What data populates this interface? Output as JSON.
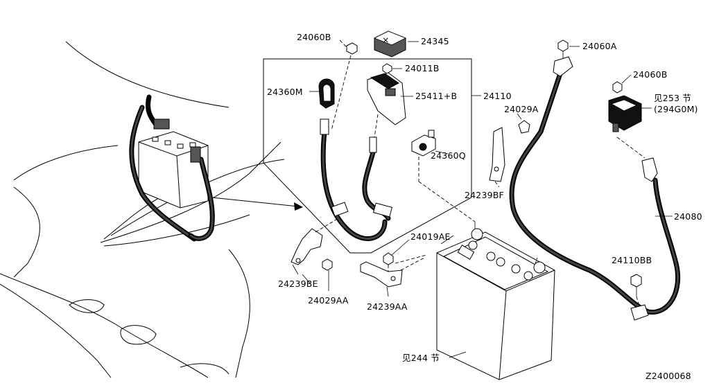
{
  "labels": {
    "p24060B_top": "24060B",
    "p24345": "24345",
    "p24011B": "24011B",
    "p24360M": "24360M",
    "p25411B": "25411+B",
    "p24110": "24110",
    "p24360Q": "24360Q",
    "p24060A": "24060A",
    "p24060B_right": "24060B",
    "ref253": "见253 节",
    "ref294G0M": "(294G0M)",
    "p24029A": "24029A",
    "p24239BF": "24239BF",
    "p24080": "24080",
    "p24019AE": "24019AE",
    "p24110BB": "24110BB",
    "p24239BE": "24239BE",
    "p24029AA": "24029AA",
    "p24239AA": "24239AA",
    "ref244": "见244 节",
    "diagram_code": "Z2400068"
  }
}
